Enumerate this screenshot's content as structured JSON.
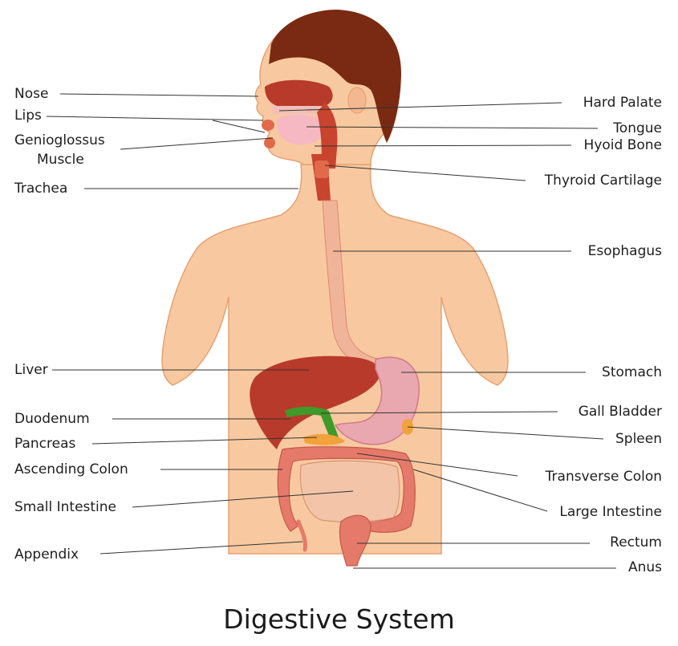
{
  "title": "Digestive System",
  "labels": {
    "nose": "Nose",
    "lips": "Lips",
    "genioglossus_1": "Genioglossus",
    "genioglossus_2": "Muscle",
    "trachea": "Trachea",
    "liver": "Liver",
    "duodenum": "Duodenum",
    "pancreas": "Pancreas",
    "ascending_colon": "Ascending Colon",
    "small_intestine": "Small Intestine",
    "appendix": "Appendix",
    "hard_palate": "Hard Palate",
    "tongue": "Tongue",
    "hyoid_bone": "Hyoid Bone",
    "thyroid_cartilage": "Thyroid Cartilage",
    "esophagus": "Esophagus",
    "stomach": "Stomach",
    "gall_bladder": "Gall Bladder",
    "spleen": "Spleen",
    "transverse_colon": "Transverse Colon",
    "large_intestine": "Large Intestine",
    "rectum": "Rectum",
    "anus": "Anus"
  },
  "colors": {
    "skin": "#f8c9a0",
    "skin_outline": "#e8a070",
    "hair": "#7a2a12",
    "liver": "#b83a2a",
    "stomach": "#e9a8b0",
    "intestine": "#e89a8a",
    "colon": "#e67a6a",
    "esophagus": "#f0b49a",
    "gall_bladder": "#3f9a2a",
    "pancreas": "#f2a23a",
    "leader_line": "#333333"
  }
}
